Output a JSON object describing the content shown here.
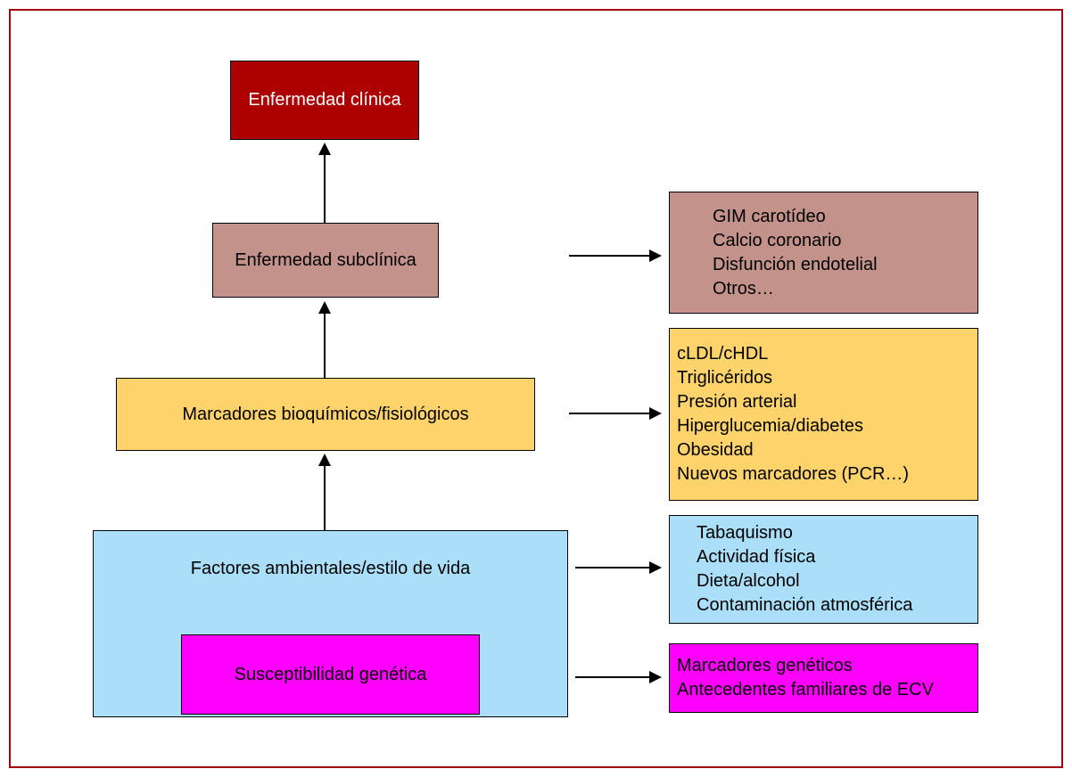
{
  "palette": {
    "frame_border": "#a50014",
    "dark_red": "#ad0000",
    "rosy_brown": "#c3938b",
    "yellow": "#ffd36b",
    "light_blue": "#abdef8",
    "magenta": "#ff00ff",
    "arrow": "#000000"
  },
  "flow": {
    "clinical": {
      "label": "Enfermedad clínica"
    },
    "subclinical": {
      "label": "Enfermedad subclínica"
    },
    "markers": {
      "label": "Marcadores bioquímicos/fisiológicos"
    },
    "environment": {
      "label": "Factores ambientales/estilo de vida"
    },
    "genetic": {
      "label": "Susceptibilidad genética"
    }
  },
  "details": {
    "subclinical": {
      "items": [
        "GIM carotídeo",
        "Calcio coronario",
        "Disfunción endotelial",
        "Otros…"
      ]
    },
    "markers": {
      "items": [
        "cLDL/cHDL",
        "Triglicéridos",
        "Presión arterial",
        "Hiperglucemia/diabetes",
        "Obesidad",
        "Nuevos marcadores (PCR…)"
      ]
    },
    "environment": {
      "items": [
        "Tabaquismo",
        "Actividad física",
        "Dieta/alcohol",
        "Contaminación atmosférica"
      ]
    },
    "genetic": {
      "items": [
        "Marcadores genéticos",
        "Antecedentes familiares de ECV"
      ]
    }
  }
}
